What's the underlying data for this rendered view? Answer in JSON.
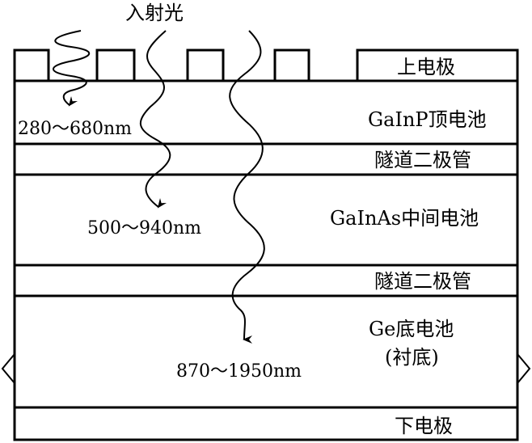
{
  "figure": {
    "incident_light": "入射光",
    "layers": [
      {
        "id": "top-electrode",
        "label": "上电极"
      },
      {
        "id": "gainp-top-cell",
        "label": "GaInP顶电池"
      },
      {
        "id": "tunnel-diode-1",
        "label": "隧道二极管"
      },
      {
        "id": "gainas-middle-cell",
        "label": "GaInAs中间电池"
      },
      {
        "id": "tunnel-diode-2",
        "label": "隧道二极管"
      },
      {
        "id": "ge-bottom-cell",
        "label": "Ge底电池",
        "sublabel": "(衬底)"
      },
      {
        "id": "bottom-electrode",
        "label": "下电极"
      }
    ],
    "wavelength_ranges": [
      {
        "label": "280～680nm"
      },
      {
        "label": "500～940nm"
      },
      {
        "label": "870～1950nm"
      }
    ]
  }
}
